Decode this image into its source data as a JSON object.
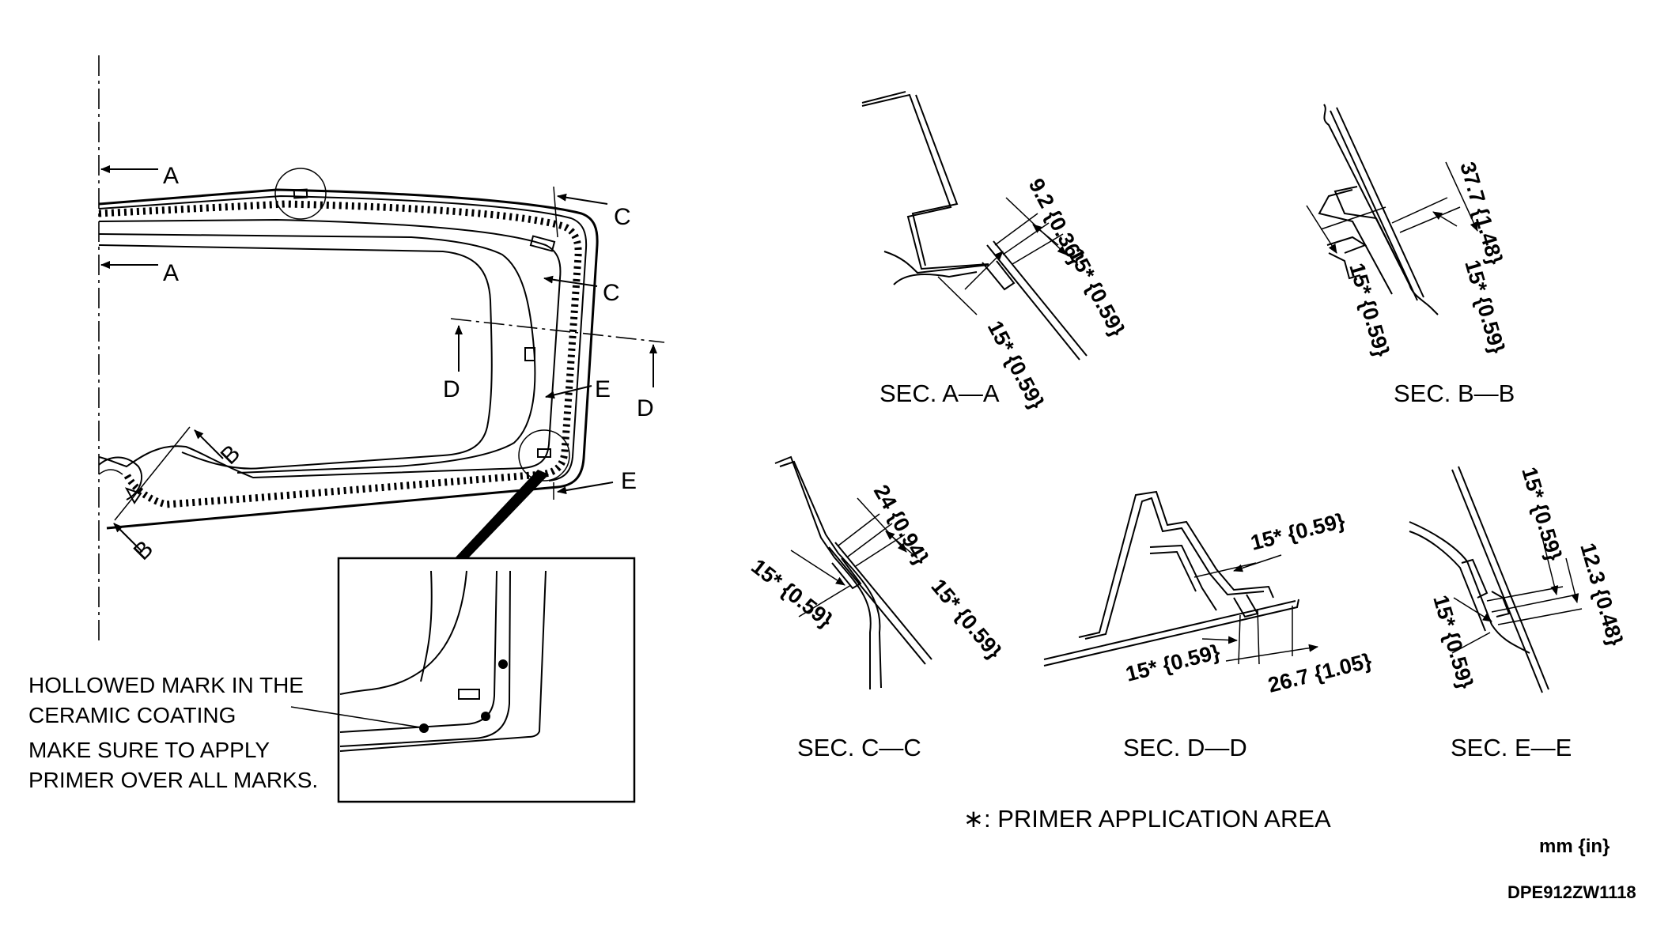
{
  "main_view": {
    "labels": {
      "a_upper": "A",
      "a_lower": "A",
      "b_upper": "B",
      "b_lower": "B",
      "c_upper": "C",
      "c_lower": "C",
      "d_left": "D",
      "d_right": "D",
      "e_upper": "E",
      "e_lower": "E"
    }
  },
  "detail_notes": {
    "hollowed_mark_line1": "HOLLOWED MARK IN THE",
    "hollowed_mark_line2": "CERAMIC COATING",
    "apply_line1": "MAKE SURE TO APPLY",
    "apply_line2": "PRIMER OVER ALL MARKS."
  },
  "sections": {
    "a": {
      "title": "SEC. A—A",
      "dims": [
        "9.2 {0.36}",
        "15* {0.59}",
        "15* {0.59}"
      ]
    },
    "b": {
      "title": "SEC. B—B",
      "dims": [
        "37.7 {1.48}",
        "15* {0.59}",
        "15* {0.59}"
      ]
    },
    "c": {
      "title": "SEC. C—C",
      "dims": [
        "24 {0.94}",
        "15* {0.59}",
        "15* {0.59}"
      ]
    },
    "d": {
      "title": "SEC. D—D",
      "dims": [
        "15* {0.59}",
        "15* {0.59}",
        "26.7 {1.05}"
      ]
    },
    "e": {
      "title": "SEC. E—E",
      "dims": [
        "15* {0.59}",
        "12.3 {0.48}",
        "15* {0.59}"
      ]
    }
  },
  "legend": "∗: PRIMER APPLICATION AREA",
  "units": "mm {in}",
  "figure_code": "DPE912ZW1118"
}
